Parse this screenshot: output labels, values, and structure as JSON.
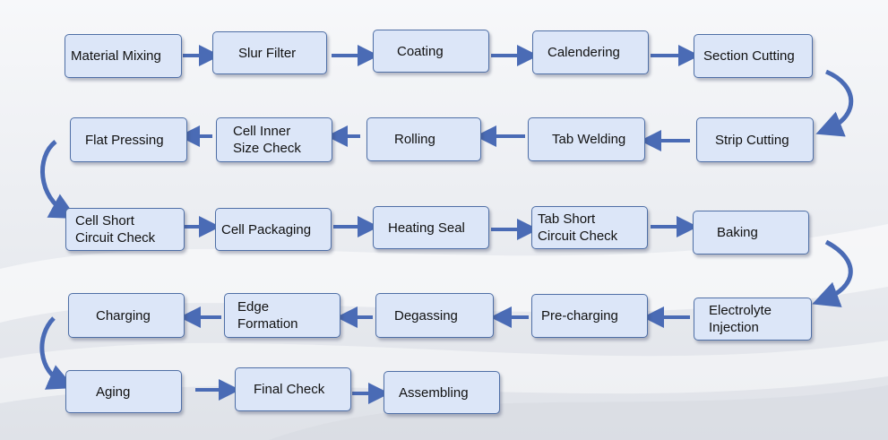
{
  "colors": {
    "box_fill": "#dce6f8",
    "box_border": "#4f6fa6",
    "arrow": "#4a6bb5",
    "text": "#111111"
  },
  "steps": [
    {
      "id": "material-mixing",
      "label": "Material Mixing"
    },
    {
      "id": "slur-filter",
      "label": "Slur Filter"
    },
    {
      "id": "coating",
      "label": "Coating"
    },
    {
      "id": "calendering",
      "label": "Calendering"
    },
    {
      "id": "section-cutting",
      "label": "Section Cutting"
    },
    {
      "id": "strip-cutting",
      "label": "Strip Cutting"
    },
    {
      "id": "tab-welding",
      "label": "Tab Welding"
    },
    {
      "id": "rolling",
      "label": "Rolling"
    },
    {
      "id": "cell-inner-size-check",
      "label": "Cell Inner\nSize Check"
    },
    {
      "id": "flat-pressing",
      "label": "Flat Pressing"
    },
    {
      "id": "cell-short-circuit-check",
      "label": "Cell Short\nCircuit Check"
    },
    {
      "id": "cell-packaging",
      "label": "Cell Packaging"
    },
    {
      "id": "heating-seal",
      "label": "Heating Seal"
    },
    {
      "id": "tab-short-circuit-check",
      "label": "Tab Short\nCircuit Check"
    },
    {
      "id": "baking",
      "label": "Baking"
    },
    {
      "id": "electrolyte-injection",
      "label": "Electrolyte\nInjection"
    },
    {
      "id": "pre-charging",
      "label": "Pre-charging"
    },
    {
      "id": "degassing",
      "label": "Degassing"
    },
    {
      "id": "edge-formation",
      "label": "Edge\nFormation"
    },
    {
      "id": "charging",
      "label": "Charging"
    },
    {
      "id": "aging",
      "label": "Aging"
    },
    {
      "id": "final-check",
      "label": "Final Check"
    },
    {
      "id": "assembling",
      "label": "Assembling"
    }
  ]
}
